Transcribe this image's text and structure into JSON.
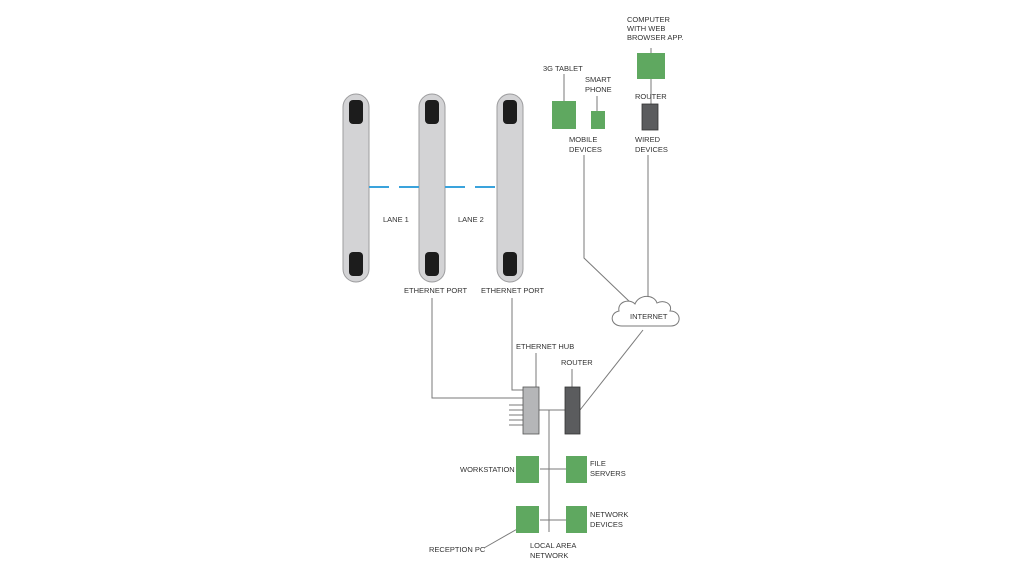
{
  "colors": {
    "device_green": "#5fa860",
    "hub_gray": "#b5b6b8",
    "router_dark": "#5b5c5e",
    "gate_body": "#d3d3d5",
    "gate_cap": "#1c1c1c",
    "lane_beam": "#3aa3dc",
    "line": "#7a7a7a"
  },
  "diagram": {
    "lanes": {
      "lane1": "LANE 1",
      "lane2": "LANE 2",
      "port_left": "ETHERNET PORT",
      "port_right": "ETHERNET PORT"
    },
    "mobile": {
      "tablet": "3G TABLET",
      "phone_line1": "SMART",
      "phone_line2": "PHONE",
      "group_line1": "MOBILE",
      "group_line2": "DEVICES"
    },
    "wired": {
      "computer_line1": "COMPUTER",
      "computer_line2": "WITH WEB",
      "computer_line3": "BROWSER APP.",
      "router": "ROUTER",
      "group_line1": "WIRED",
      "group_line2": "DEVICES"
    },
    "internet": "INTERNET",
    "network": {
      "hub": "ETHERNET HUB",
      "router": "ROUTER",
      "workstation": "WORKSTATION",
      "file_servers_line1": "FILE",
      "file_servers_line2": "SERVERS",
      "network_devices_line1": "NETWORK",
      "network_devices_line2": "DEVICES",
      "reception_pc": "RECEPTION PC",
      "lan_line1": "LOCAL AREA",
      "lan_line2": "NETWORK"
    }
  }
}
